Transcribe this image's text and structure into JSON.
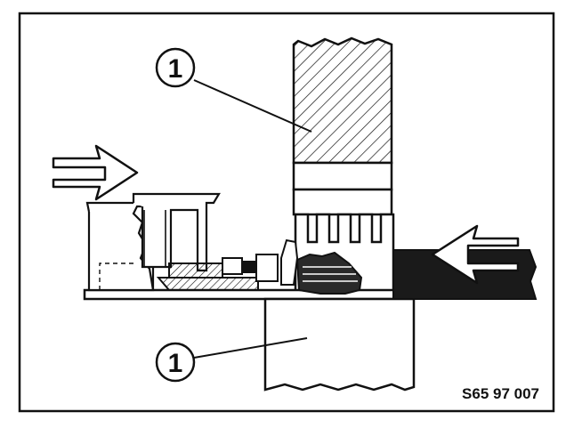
{
  "diagram": {
    "callout_top": "1",
    "callout_bottom": "1",
    "reference_code": "S65 97 007",
    "arrow_left_icon": "arrow-right-icon",
    "arrow_right_icon": "arrow-left-icon",
    "colors": {
      "ink": "#111111",
      "paper": "#ffffff",
      "dark_fill": "#1a1a1a"
    }
  }
}
